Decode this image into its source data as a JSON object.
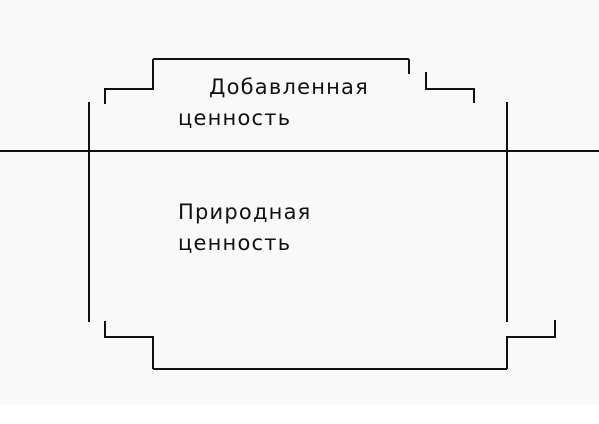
{
  "labels": {
    "added_value": {
      "line1": "Добавленная",
      "line2": "ценность"
    },
    "natural_value": {
      "line1": "Природная",
      "line2": "ценность"
    }
  },
  "colors": {
    "background": "#f9f9f9",
    "lines": "#111111",
    "text": "#111111"
  }
}
